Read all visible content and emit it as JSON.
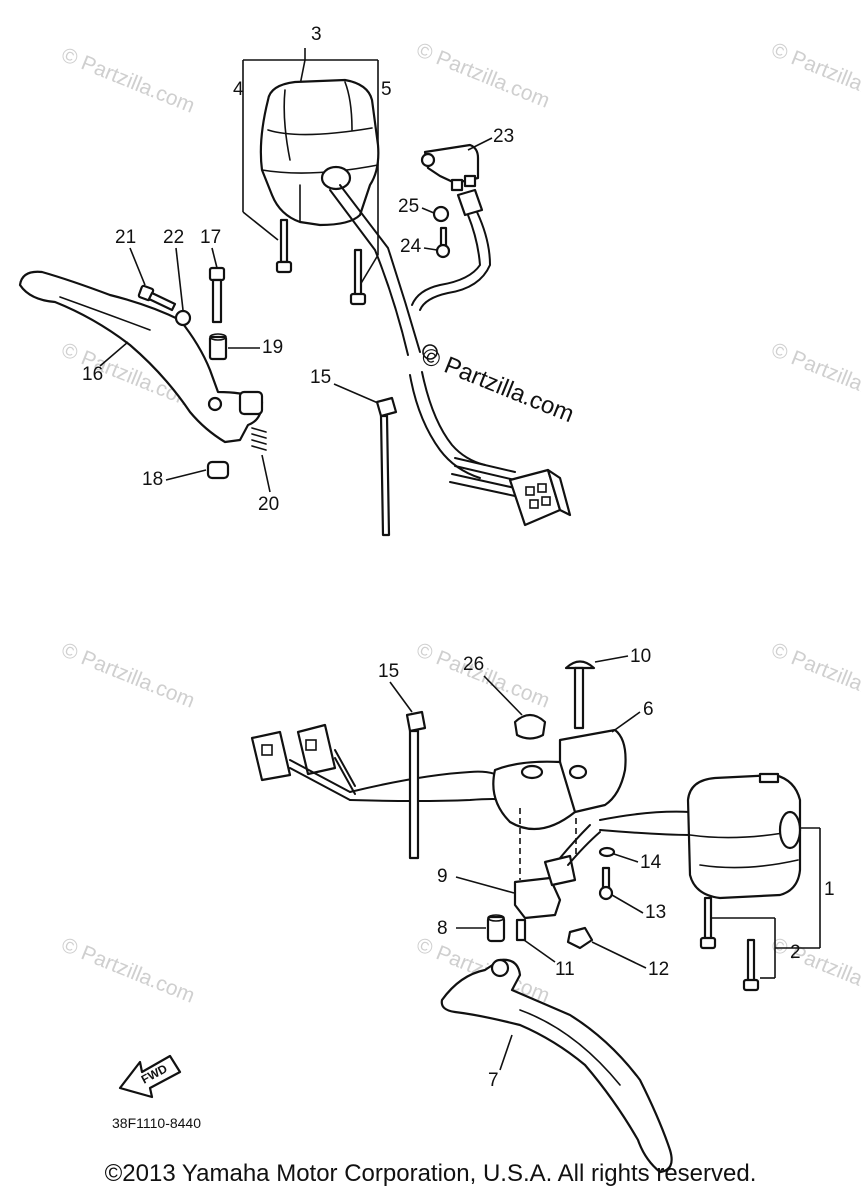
{
  "watermark": {
    "small": "© Partzilla.com",
    "main": "© Partzilla.com"
  },
  "callouts": {
    "c1": "1",
    "c2": "2",
    "c3": "3",
    "c4": "4",
    "c5": "5",
    "c6": "6",
    "c7": "7",
    "c8": "8",
    "c9": "9",
    "c10": "10",
    "c11": "11",
    "c12": "12",
    "c13": "13",
    "c14": "14",
    "c15a": "15",
    "c15b": "15",
    "c16": "16",
    "c17": "17",
    "c18": "18",
    "c19": "19",
    "c20": "20",
    "c21": "21",
    "c22": "22",
    "c23": "23",
    "c24": "24",
    "c25": "25",
    "c26": "26"
  },
  "fwd_label": "FWD",
  "diagram_code": "38F1110-8440",
  "copyright": "©2013 Yamaha Motor Corporation, U.S.A. All rights reserved."
}
